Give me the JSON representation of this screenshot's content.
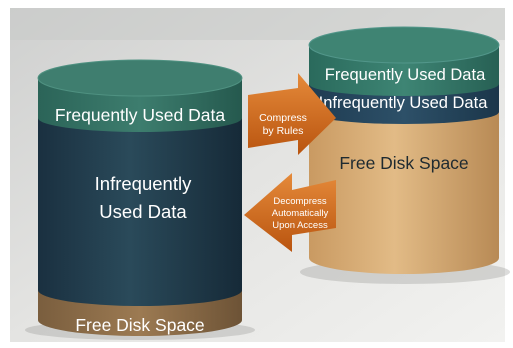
{
  "left_cylinder": {
    "top_label": "Frequently Used Data",
    "middle_label_line1": "Infrequently",
    "middle_label_line2": "Used Data",
    "bottom_label": "Free Disk Space"
  },
  "right_cylinder": {
    "top_label": "Frequently Used Data",
    "second_label": "Infrequently Used Data",
    "bottom_label": "Free Disk Space"
  },
  "arrows": {
    "compress_line1": "Compress",
    "compress_line2": "by Rules",
    "decompress_line1": "Decompress",
    "decompress_line2": "Automatically",
    "decompress_line3": "Upon Access"
  },
  "colors": {
    "teal": "#2e6b5f",
    "dark_blue": "#1e3d52",
    "tan": "#c9a06c",
    "orange_arrow": "#d86a1a"
  }
}
